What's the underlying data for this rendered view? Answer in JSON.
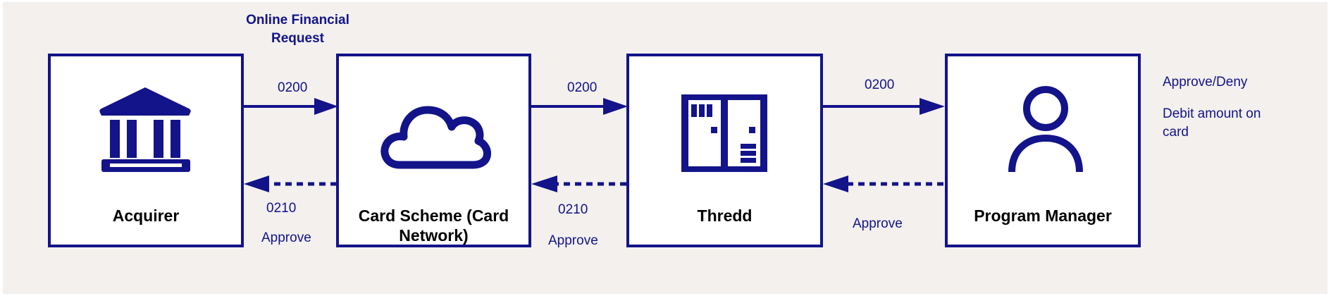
{
  "header": {
    "title": "Online Financial Request"
  },
  "nodes": [
    {
      "id": "acquirer",
      "label": "Acquirer",
      "icon": "bank-icon"
    },
    {
      "id": "card-scheme",
      "label": "Card Scheme (Card Network)",
      "icon": "cloud-icon"
    },
    {
      "id": "thredd",
      "label": "Thredd",
      "icon": "server-rack-icon"
    },
    {
      "id": "program-manager",
      "label": "Program Manager",
      "icon": "person-icon"
    }
  ],
  "flows": {
    "request": [
      {
        "from": "acquirer",
        "to": "card-scheme",
        "label": "0200"
      },
      {
        "from": "card-scheme",
        "to": "thredd",
        "label": "0200"
      },
      {
        "from": "thredd",
        "to": "program-manager",
        "label": "0200"
      }
    ],
    "response": [
      {
        "from": "card-scheme",
        "to": "acquirer",
        "code": "0210",
        "status": "Approve"
      },
      {
        "from": "thredd",
        "to": "card-scheme",
        "code": "0210",
        "status": "Approve"
      },
      {
        "from": "program-manager",
        "to": "thredd",
        "status": "Approve"
      }
    ]
  },
  "notes": {
    "decision": "Approve/Deny",
    "action": "Debit amount on card"
  },
  "colors": {
    "primary": "#13138a",
    "background": "#f3f0ee",
    "box_fill": "#ffffff",
    "label_text": "#000000"
  }
}
